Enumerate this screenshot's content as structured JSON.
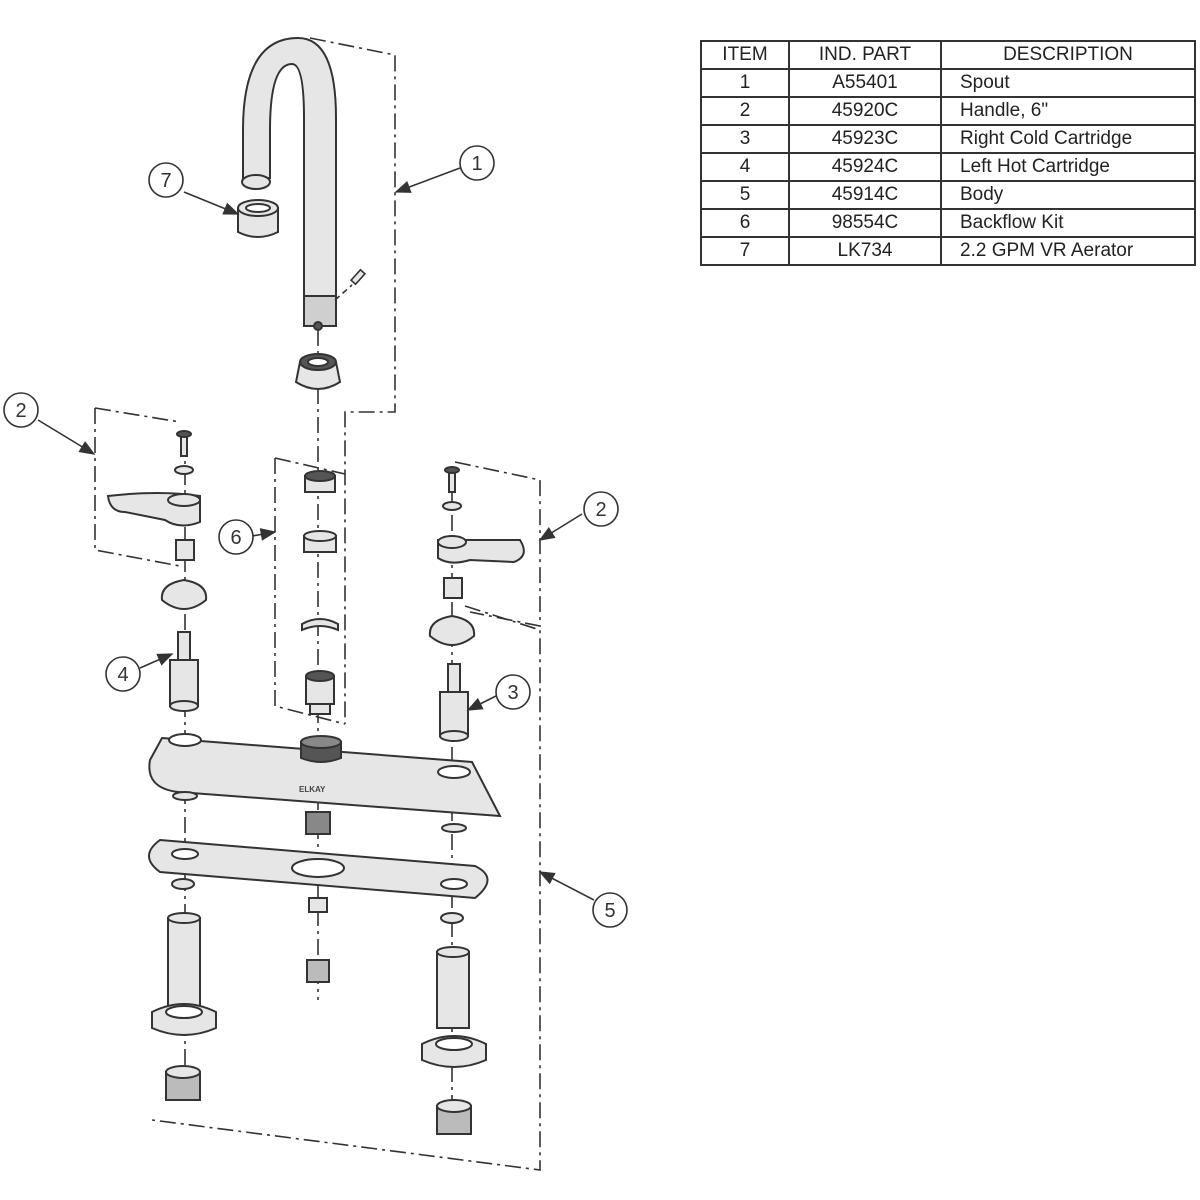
{
  "table": {
    "headers": {
      "item": "ITEM",
      "part": "IND. PART",
      "description": "DESCRIPTION"
    },
    "rows": [
      {
        "item": "1",
        "part": "A55401",
        "description": "Spout"
      },
      {
        "item": "2",
        "part": "45920C",
        "description": "Handle, 6\""
      },
      {
        "item": "3",
        "part": "45923C",
        "description": "Right Cold Cartridge"
      },
      {
        "item": "4",
        "part": "45924C",
        "description": "Left Hot Cartridge"
      },
      {
        "item": "5",
        "part": "45914C",
        "description": "Body"
      },
      {
        "item": "6",
        "part": "98554C",
        "description": "Backflow Kit"
      },
      {
        "item": "7",
        "part": "LK734",
        "description": "2.2 GPM VR Aerator"
      }
    ]
  },
  "callouts": {
    "spout": "1",
    "handle_left": "2",
    "handle_right": "2",
    "cartridge_right": "3",
    "cartridge_left": "4",
    "body": "5",
    "backflow_kit": "6",
    "aerator": "7"
  },
  "brand": "ELKAY",
  "colors": {
    "line": "#333333",
    "part_fill": "#e6e6e6",
    "dark_fill": "#555555"
  }
}
